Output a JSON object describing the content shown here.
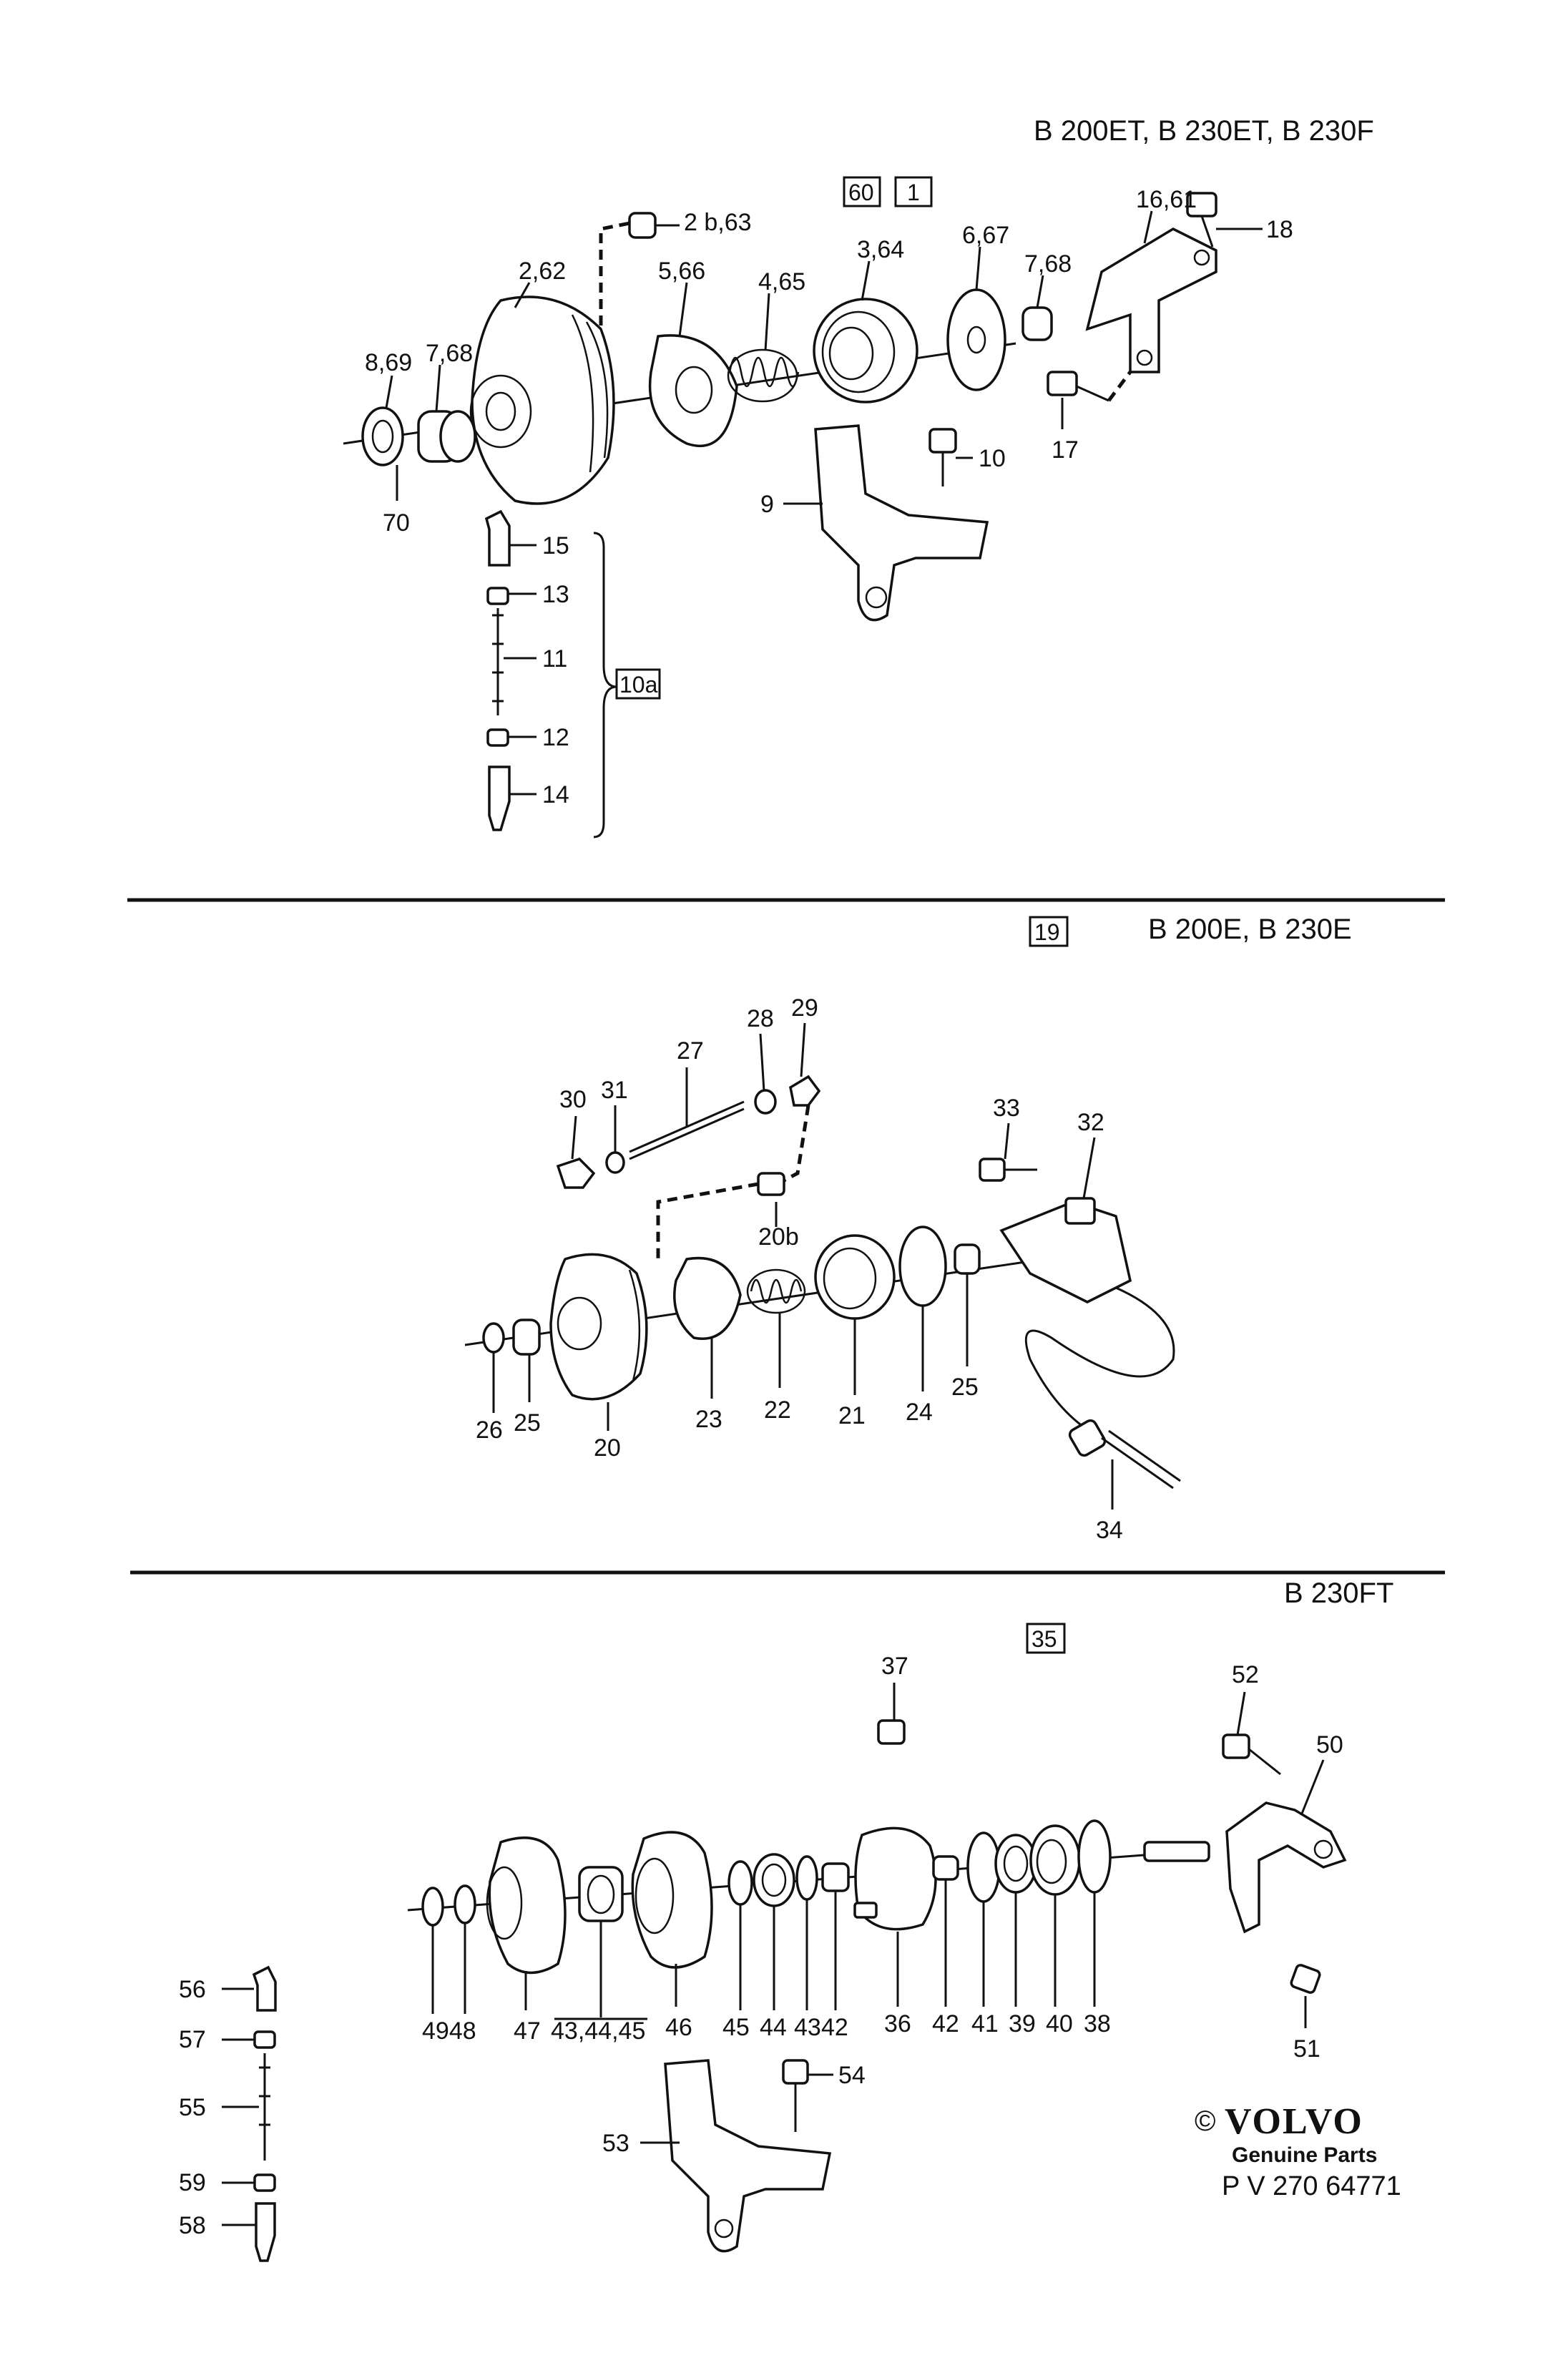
{
  "sections": {
    "top": {
      "engines": "B 200ET, B 230ET, B 230F",
      "group_boxes": [
        "60",
        "1"
      ],
      "sub_box": "10a",
      "labels": {
        "l_2b63": "2 b,63",
        "l_262": "2,62",
        "l_869": "8,69",
        "l_768a": "7,68",
        "l_70": "70",
        "l_566": "5,66",
        "l_465": "4,65",
        "l_364": "3,64",
        "l_667": "6,67",
        "l_768b": "7,68",
        "l_1661": "16,61",
        "l_18": "18",
        "l_17": "17",
        "l_10": "10",
        "l_9": "9",
        "l_15": "15",
        "l_13": "13",
        "l_11": "11",
        "l_12": "12",
        "l_14": "14"
      }
    },
    "middle": {
      "engines": "B 200E, B 230E",
      "group_box": "19",
      "labels": {
        "l_27": "27",
        "l_28": "28",
        "l_29": "29",
        "l_30": "30",
        "l_31": "31",
        "l_33": "33",
        "l_32": "32",
        "l_20b": "20b",
        "l_26": "26",
        "l_25a": "25",
        "l_20": "20",
        "l_23": "23",
        "l_22": "22",
        "l_21": "21",
        "l_24": "24",
        "l_25b": "25",
        "l_34": "34"
      }
    },
    "bottom": {
      "engines": "B 230FT",
      "group_box": "35",
      "labels": {
        "l_37": "37",
        "l_52": "52",
        "l_50": "50",
        "l_51": "51",
        "l_4948": "4948",
        "l_47": "47",
        "l_434445": "43,44,45",
        "l_46": "46",
        "l_45": "45",
        "l_44": "44",
        "l_43": "43",
        "l_42a": "42",
        "l_36": "36",
        "l_42b": "42",
        "l_41": "41",
        "l_39": "39",
        "l_40": "40",
        "l_38": "38",
        "l_56": "56",
        "l_57": "57",
        "l_55": "55",
        "l_59": "59",
        "l_58": "58",
        "l_53": "53",
        "l_54": "54"
      }
    }
  },
  "brand": {
    "copyright": "©",
    "name": "VOLVO",
    "tagline": "Genuine Parts",
    "part_number": "P V 270 64771"
  }
}
